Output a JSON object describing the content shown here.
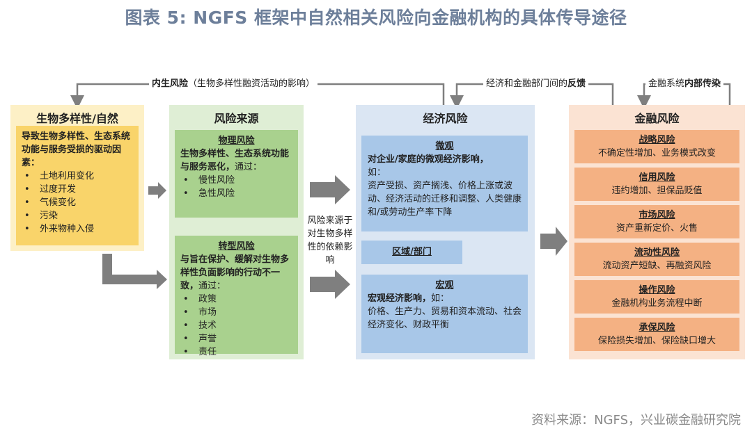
{
  "title": "图表 5:   NGFS 框架中自然相关风险向金融机构的具体传导途径",
  "source": "资料来源：NGFS，兴业碳金融研究院",
  "feedback": {
    "inner_risk_bold": "内生风险",
    "inner_risk_rest": "（生物多样性融资活动的影响）",
    "econ_fin_rest": "经济和金融部门间的",
    "econ_fin_bold": "反馈",
    "fin_sys_rest": "金融系统",
    "fin_sys_bold": "内部传染"
  },
  "biodiversity": {
    "header": "生物多样性/自然",
    "intro": "导致生物多样性、生态系统功能与服务受损的驱动因素：",
    "drivers": [
      "土地利用变化",
      "过度开发",
      "气候变化",
      "污染",
      "外来物种入侵"
    ]
  },
  "risk_source": {
    "header": "风险来源",
    "physical": {
      "title": "物理风险",
      "desc": "生物多样性、生态系统功能与服务恶化，",
      "via": "通过：",
      "items": [
        "慢性风险",
        "急性风险"
      ]
    },
    "transition": {
      "title": "转型风险",
      "desc": "与旨在保护、缓解对生物多样性负面影响的行动不一致，",
      "via": "通过：",
      "items": [
        "政策",
        "市场",
        "技术",
        "声誉",
        "责任"
      ]
    }
  },
  "middle_label": "风险来源于对生物多样性的依赖影响",
  "economic_risk": {
    "header": "经济风险",
    "micro": {
      "title": "微观",
      "lead": "对企业/家庭的微观经济影响，",
      "lead2": "如：",
      "desc": "资产受损、资产搁浅、价格上涨或波动、经济活动的迁移和调整、人类健康和/或劳动生产率下降"
    },
    "region": "区域/部门",
    "macro": {
      "title": "宏观",
      "lead": "宏观经济影响，",
      "lead2": "如：",
      "desc": "价格、生产力、贸易和资本流动、社会经济变化、财政平衡"
    }
  },
  "financial_risk": {
    "header": "金融风险",
    "items": [
      {
        "title": "战略风险",
        "desc": "不确定性增加、业务模式改变"
      },
      {
        "title": "信用风险",
        "desc": "违约增加、担保品贬值"
      },
      {
        "title": "市场风险",
        "desc": "资产重新定价、火售"
      },
      {
        "title": "流动性风险",
        "desc": "流动资产短缺、再融资风险"
      },
      {
        "title": "操作风险",
        "desc": "金融机构业务流程中断"
      },
      {
        "title": "承保风险",
        "desc": "保险损失增加、保险缺口增大"
      }
    ]
  },
  "colors": {
    "title": "#6d7f9a",
    "arrow": "#7f7f7f",
    "bio_outer": "#fdf0c6",
    "bio_inner": "#f9d46a",
    "src_outer": "#dfeed5",
    "src_inner": "#a9d18e",
    "eco_outer": "#dbe6f3",
    "eco_inner": "#a8c7e8",
    "fin_outer": "#fbe3d3",
    "fin_inner": "#f4b183"
  }
}
